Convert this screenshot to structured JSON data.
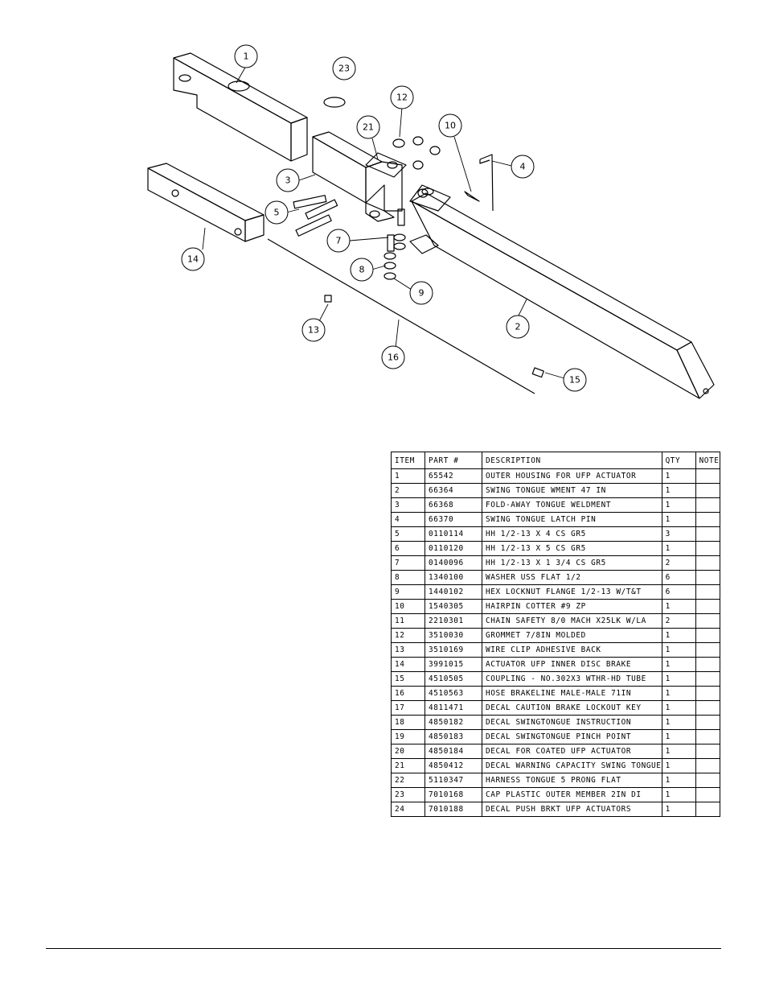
{
  "callouts": [
    "1",
    "23",
    "12",
    "21",
    "10",
    "4",
    "3",
    "14",
    "5",
    "7",
    "8",
    "9",
    "2",
    "13",
    "16",
    "15"
  ],
  "bom": {
    "headers": [
      "ITEM",
      "PART #",
      "DESCRIPTION",
      "QTY",
      "NOTE"
    ],
    "rows": [
      [
        "1",
        "65542",
        "OUTER HOUSING FOR UFP ACTUATOR",
        "1",
        ""
      ],
      [
        "2",
        "66364",
        "SWING TONGUE WMENT 47 IN",
        "1",
        ""
      ],
      [
        "3",
        "66368",
        "FOLD-AWAY TONGUE WELDMENT",
        "1",
        ""
      ],
      [
        "4",
        "66370",
        "SWING TONGUE LATCH PIN",
        "1",
        ""
      ],
      [
        "5",
        "0110114",
        "HH 1/2-13 X 4 CS GR5",
        "3",
        ""
      ],
      [
        "6",
        "0110120",
        "HH 1/2-13 X 5 CS GR5",
        "1",
        ""
      ],
      [
        "7",
        "0140096",
        "HH 1/2-13 X 1 3/4 CS GR5",
        "2",
        ""
      ],
      [
        "8",
        "1340100",
        "WASHER USS FLAT 1/2",
        "6",
        ""
      ],
      [
        "9",
        "1440102",
        "HEX LOCKNUT FLANGE 1/2-13 W/T&T",
        "6",
        ""
      ],
      [
        "10",
        "1540305",
        "HAIRPIN COTTER #9 ZP",
        "1",
        ""
      ],
      [
        "11",
        "2210301",
        "CHAIN SAFETY 8/0 MACH X25LK W/LA",
        "2",
        ""
      ],
      [
        "12",
        "3510030",
        "GROMMET  7/8IN MOLDED",
        "1",
        ""
      ],
      [
        "13",
        "3510169",
        "WIRE CLIP   ADHESIVE BACK",
        "1",
        ""
      ],
      [
        "14",
        "3991015",
        "ACTUATOR UFP INNER  DISC BRAKE",
        "1",
        ""
      ],
      [
        "15",
        "4510505",
        "COUPLING - NO.302X3 WTHR-HD TUBE",
        "1",
        ""
      ],
      [
        "16",
        "4510563",
        "HOSE BRAKELINE MALE-MALE 71IN",
        "1",
        ""
      ],
      [
        "17",
        "4811471",
        "DECAL CAUTION BRAKE LOCKOUT KEY",
        "1",
        ""
      ],
      [
        "18",
        "4850182",
        "DECAL SWINGTONGUE INSTRUCTION",
        "1",
        ""
      ],
      [
        "19",
        "4850183",
        "DECAL SWINGTONGUE PINCH POINT",
        "1",
        ""
      ],
      [
        "20",
        "4850184",
        "DECAL FOR COATED UFP ACTUATOR",
        "1",
        ""
      ],
      [
        "21",
        "4850412",
        "DECAL WARNING CAPACITY SWING TONGUE",
        "1",
        ""
      ],
      [
        "22",
        "5110347",
        "HARNESS  TONGUE 5 PRONG FLAT",
        "1",
        ""
      ],
      [
        "23",
        "7010168",
        "CAP  PLASTIC OUTER MEMBER 2IN DI",
        "1",
        ""
      ],
      [
        "24",
        "7010188",
        "DECAL PUSH BRKT UFP ACTUATORS",
        "1",
        ""
      ]
    ]
  }
}
